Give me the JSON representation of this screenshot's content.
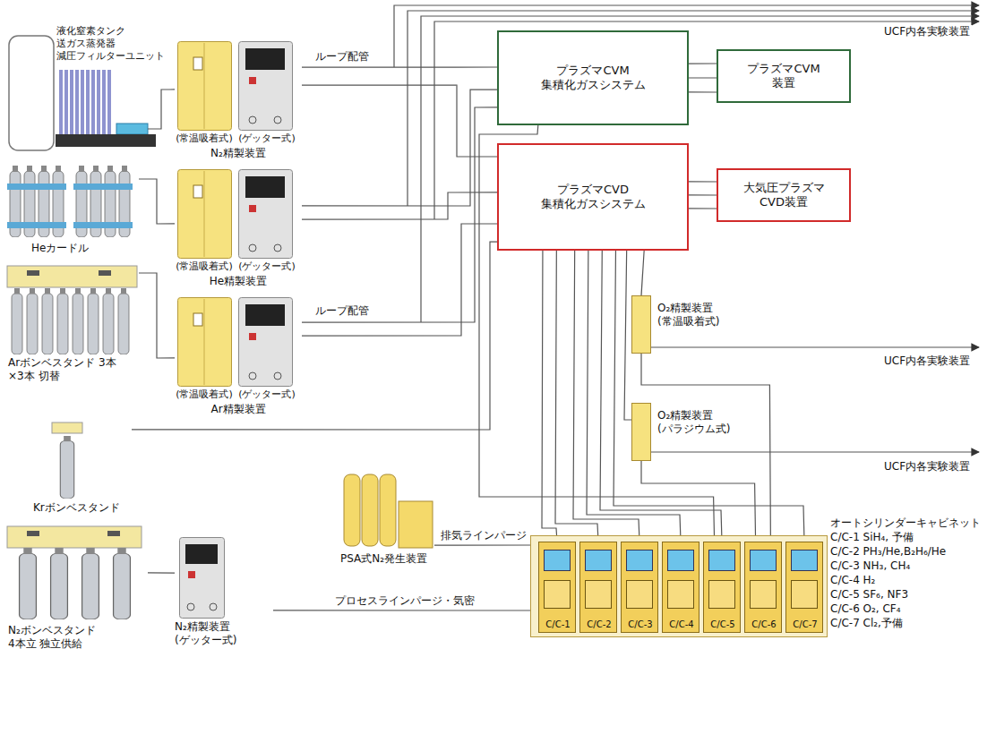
{
  "diagram": {
    "nodes": [
      {
        "text": [
          "液化窒素タンク 送ガス蒸発器 減圧フィルターユニット"
        ]
      },
      {
        "text": [
          "(常温吸着式)",
          "(ゲッター式)",
          "N₂精製装置"
        ]
      },
      {
        "text": [
          "Heカードル"
        ]
      },
      {
        "text": [
          "(常温吸着式)",
          "(ゲッター式)",
          "He精製装置"
        ]
      },
      {
        "text": [
          "Arボンベスタンド 3本×3本 切替"
        ]
      },
      {
        "text": [
          "(常温吸着式)",
          "(ゲッター式)",
          "Ar精製装置"
        ]
      },
      {
        "text": [
          "Krボンベスタンド"
        ]
      },
      {
        "text": [
          "N₂ボンベスタンド 4本立 独立供給"
        ]
      },
      {
        "text": [
          "N₂精製装置 (ゲッター式)"
        ]
      },
      {
        "text": [
          "PSA式N₂発生装置"
        ]
      },
      {
        "text": [
          "プラズマCVM 集積化ガスシステム"
        ]
      },
      {
        "text": [
          "プラズマCVM 装置"
        ]
      },
      {
        "text": [
          "プラズマCVD 集積化ガスシステム"
        ]
      },
      {
        "text": [
          "大気圧プラズマ CVD装置"
        ]
      },
      {
        "text": [
          "O₂精製装置 (常温吸着式)"
        ]
      },
      {
        "text": [
          "O₂精製装置 (パラジウム式)"
        ]
      },
      {
        "text": [
          "オートシリンダーキャビネット",
          "C/C-1 SiH₄, 予備",
          "C/C-2 PH₃/He,B₂H₆/He",
          "C/C-3 NH₃, CH₄",
          "C/C-4 H₂",
          "C/C-5 SF₆, NF3",
          "C/C-6 O₂, CF₄",
          "C/C-7 Cl₂,予備"
        ]
      },
      {
        "text": [
          "C/C-1"
        ],
        "in": 16
      },
      {
        "text": [
          "C/C-2"
        ],
        "in": 16
      },
      {
        "text": [
          "C/C-3"
        ],
        "in": 16
      },
      {
        "text": [
          "C/C-4"
        ],
        "in": 16
      },
      {
        "text": [
          "C/C-5"
        ],
        "in": 16
      },
      {
        "text": [
          "C/C-6"
        ],
        "in": 16
      },
      {
        "text": [
          "C/C-7"
        ],
        "in": 16
      }
    ],
    "edges": [
      {
        "from": 0,
        "to": 1,
        "arrow": "none"
      },
      {
        "from": 1,
        "to": 10,
        "arrow": "none"
      },
      {
        "from": 1,
        "to": 12,
        "arrow": "none"
      },
      {
        "from": 2,
        "to": 3,
        "arrow": "none"
      },
      {
        "from": 3,
        "to": 10,
        "arrow": "none"
      },
      {
        "from": 3,
        "to": 12,
        "arrow": "none"
      },
      {
        "from": 4,
        "to": 5,
        "arrow": "none"
      },
      {
        "from": 5,
        "to": 10,
        "arrow": "none"
      },
      {
        "from": 5,
        "to": 12,
        "arrow": "none"
      },
      {
        "from": 6,
        "to": 12,
        "arrow": "none"
      },
      {
        "from": 7,
        "to": 8,
        "arrow": "none"
      },
      {
        "from": 8,
        "to": 16,
        "arrow": "none"
      },
      {
        "from": 9,
        "to": 16,
        "arrow": "none"
      },
      {
        "from": 10,
        "to": 11,
        "arrow": "none"
      },
      {
        "from": 10,
        "to": 11,
        "arrow": "none"
      },
      {
        "from": 10,
        "to": 11,
        "arrow": "none"
      },
      {
        "from": 12,
        "to": 13,
        "arrow": "none"
      },
      {
        "from": 12,
        "to": 13,
        "arrow": "none"
      },
      {
        "from": 12,
        "to": 13,
        "arrow": "none"
      },
      {
        "from": 14,
        "to": 12,
        "arrow": "none"
      },
      {
        "from": 15,
        "to": 12,
        "arrow": "none"
      },
      {
        "from": 17,
        "to": 12,
        "arrow": "none"
      },
      {
        "from": 18,
        "to": 12,
        "arrow": "none"
      },
      {
        "from": 19,
        "to": 12,
        "arrow": "none"
      },
      {
        "from": 20,
        "to": 12,
        "arrow": "none"
      },
      {
        "from": 21,
        "to": 12,
        "arrow": "none"
      },
      {
        "from": 23,
        "to": 12,
        "arrow": "none"
      },
      {
        "from": 21,
        "to": 10,
        "arrow": "none"
      },
      {
        "from": 22,
        "to": 14,
        "arrow": "none"
      },
      {
        "from": 22,
        "to": 15,
        "arrow": "none"
      }
    ],
    "labels": [
      "UCF内各実験装置",
      "ループ配管",
      "ループ配管",
      "UCF内各実験装置",
      "UCF内各実験装置",
      "排気ラインパージ",
      "プロセスラインパージ・気密"
    ]
  }
}
